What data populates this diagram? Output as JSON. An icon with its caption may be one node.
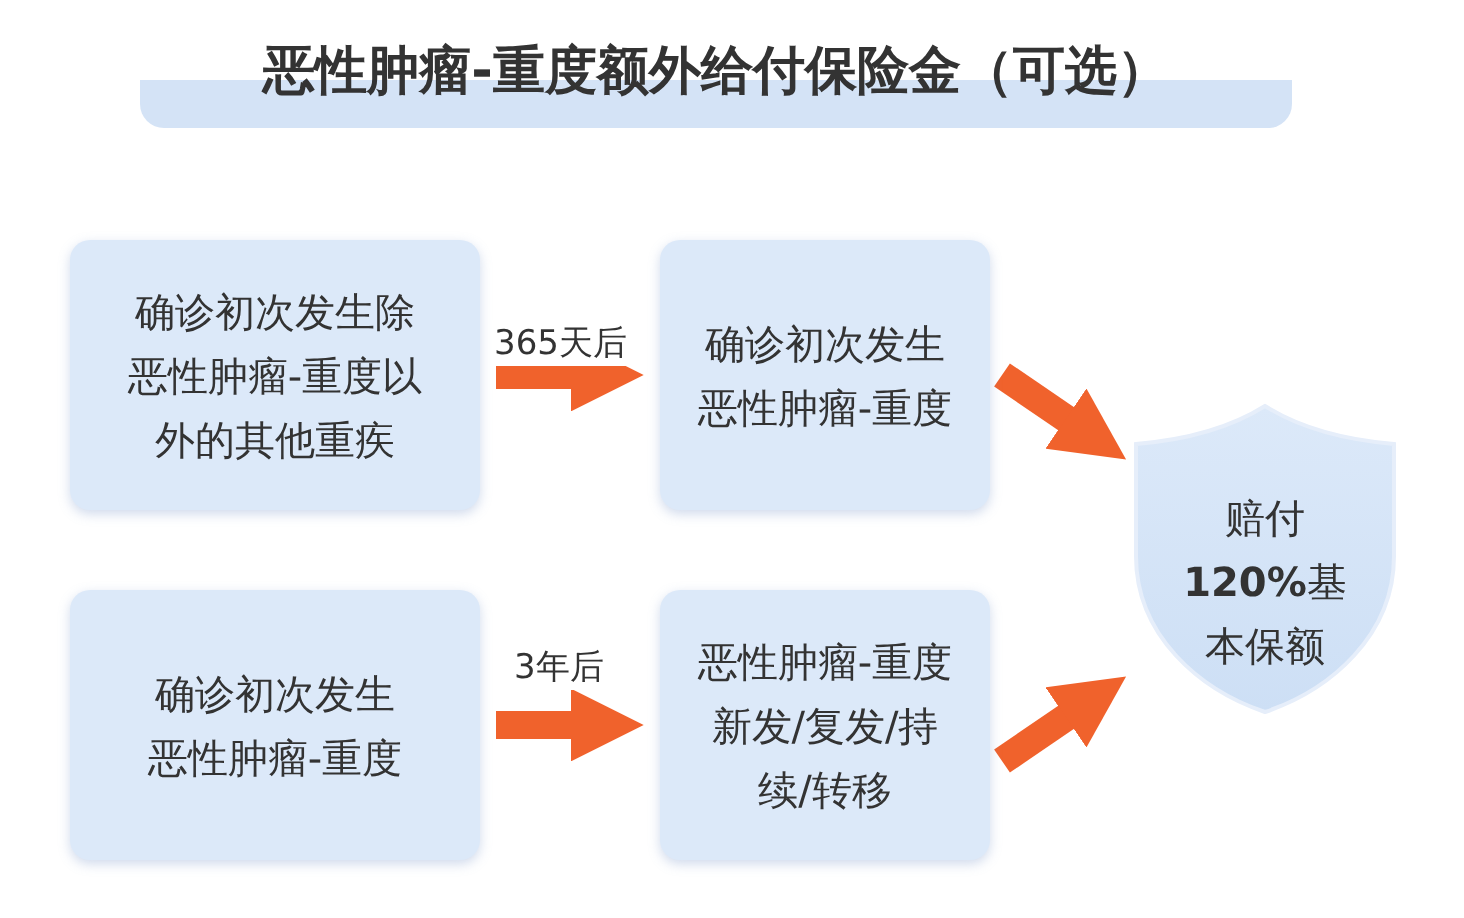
{
  "diagram": {
    "title": "恶性肿瘤-重度额外给付保险金（可选）",
    "nodes": [
      {
        "text": [
          "确诊初次发生除恶性肿瘤-重度以外的其他重疾"
        ]
      },
      {
        "text": [
          "确诊初次发生恶性肿瘤-重度"
        ]
      },
      {
        "text": [
          "确诊初次发生恶性肿瘤-重度"
        ]
      },
      {
        "text": [
          "恶性肿瘤-重度新发/复发/持续/转移"
        ]
      },
      {
        "text": [
          "赔付**120%**基本保额"
        ]
      }
    ],
    "edges": [
      {
        "from": 0,
        "to": 1,
        "arrow": "to",
        "label": "365天后"
      },
      {
        "from": 2,
        "to": 3,
        "arrow": "to",
        "label": "3年后"
      },
      {
        "from": 1,
        "to": 4,
        "arrow": "to"
      },
      {
        "from": 3,
        "to": 4,
        "arrow": "to"
      }
    ]
  }
}
